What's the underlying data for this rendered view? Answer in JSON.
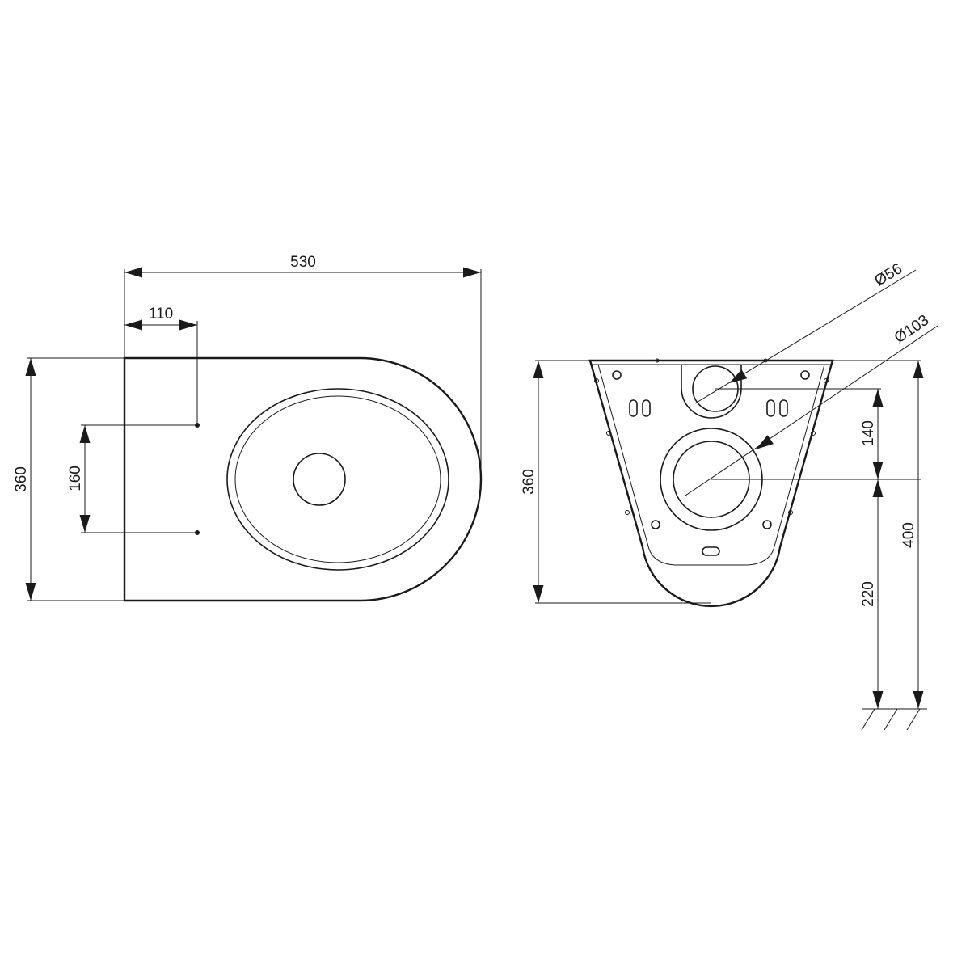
{
  "top_view": {
    "width_label": "530",
    "offset_label": "110",
    "depth_label": "360",
    "hole_spacing_label": "160"
  },
  "front_view": {
    "small_diameter_label": "Ø56",
    "large_diameter_label": "Ø103",
    "height_label": "360",
    "inlet_to_outlet_label": "140",
    "outlet_height_label": "220",
    "total_height_label": "400"
  }
}
